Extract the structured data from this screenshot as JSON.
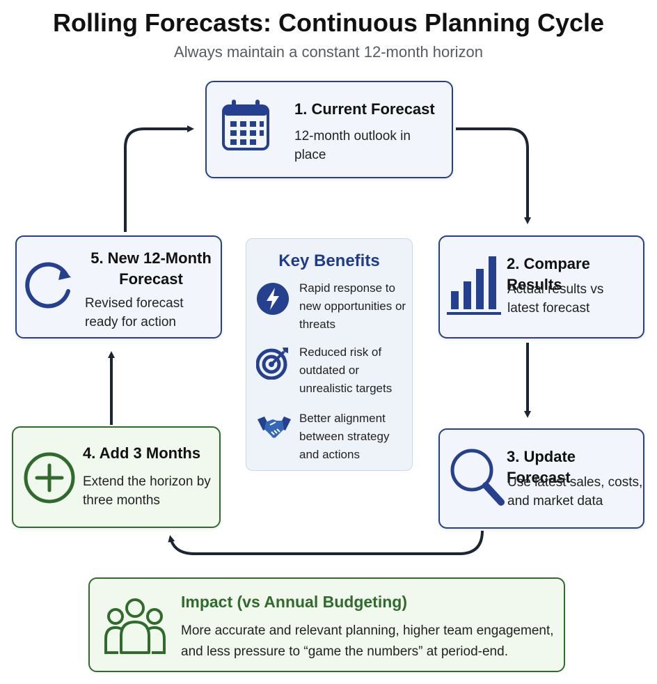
{
  "header": {
    "title": "Rolling Forecasts: Continuous Planning Cycle",
    "subtitle": "Always maintain a constant 12-month horizon"
  },
  "steps": [
    {
      "title": "1. Current Forecast",
      "desc": "12-month outlook in place",
      "icon": "calendar-icon"
    },
    {
      "title": "2. Compare Results",
      "desc": "Actual results vs latest forecast",
      "icon": "bar-chart-icon"
    },
    {
      "title": "3. Update Forecast",
      "desc": "Use latest sales, costs, and market data",
      "icon": "magnifier-icon"
    },
    {
      "title": "4. Add 3 Months",
      "desc": "Extend the horizon by three months",
      "icon": "plus-circle-icon"
    },
    {
      "title": "5. New 12-Month Forecast",
      "desc": "Revised forecast ready for action",
      "icon": "refresh-icon"
    }
  ],
  "benefits": {
    "title": "Key Benefits",
    "items": [
      {
        "text": "Rapid response to new opportunities or threats",
        "icon": "lightning-icon"
      },
      {
        "text": "Reduced risk of outdated or unrealistic targets",
        "icon": "target-icon"
      },
      {
        "text": "Better alignment between strategy and actions",
        "icon": "handshake-icon"
      }
    ]
  },
  "impact": {
    "title": "Impact (vs Annual Budgeting)",
    "text": "More accurate and relevant planning, higher team engagement, and less pressure to “game the numbers” at period-end.",
    "icon": "team-icon"
  },
  "colors": {
    "navy": "#24408e",
    "green": "#2f6b2a",
    "arrow": "#1b2533"
  }
}
